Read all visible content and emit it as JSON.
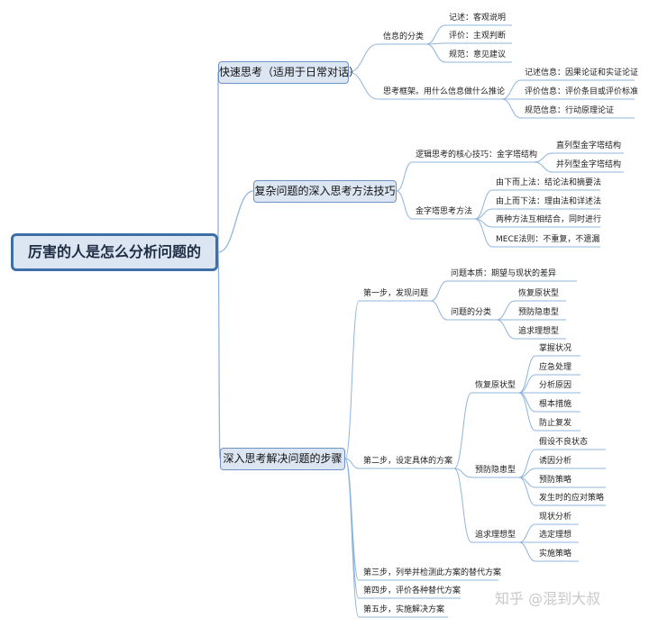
{
  "root": "厉害的人是怎么分析问题的",
  "branch_quick": {
    "title": "快速思考（适用于日常对话）",
    "info_types": {
      "label": "信息的分类",
      "items": [
        "记述：客观说明",
        "评价：主观判断",
        "规范：意见建议"
      ]
    },
    "framework": {
      "label": "思考框架。用什么信息做什么推论",
      "items": [
        "记述信息：因果论证和实证论证",
        "评价信息：评价条目或评价标准",
        "规范信息：行动原理论证"
      ]
    }
  },
  "branch_complex": {
    "title": "复杂问题的深入思考方法技巧",
    "core": {
      "label": "逻辑思考的核心技巧：金字塔结构",
      "items": [
        "直列型金字塔结构",
        "并列型金字塔结构"
      ]
    },
    "pyramid": {
      "label": "金字塔思考方法",
      "items": [
        "由下而上法：结论法和摘要法",
        "由上而下法：理由法和详述法",
        "两种方法互相结合，同时进行",
        "MECE法则：不重复，不遗漏"
      ]
    }
  },
  "branch_steps": {
    "title": "深入思考解决问题的步骤",
    "step1": {
      "label": "第一步，发现问题",
      "essence": "问题本质：期望与现状的差异",
      "types_label": "问题的分类",
      "types": [
        "恢复原状型",
        "预防隐患型",
        "追求理想型"
      ]
    },
    "step2": {
      "label": "第二步，设定具体的方案",
      "restore": {
        "label": "恢复原状型",
        "items": [
          "掌握状况",
          "应急处理",
          "分析原因",
          "根本措施",
          "防止复发"
        ]
      },
      "prevent": {
        "label": "预防隐患型",
        "items": [
          "假设不良状态",
          "诱因分析",
          "预防策略",
          "发生时的应对策略"
        ]
      },
      "ideal": {
        "label": "追求理想型",
        "items": [
          "现状分析",
          "选定理想",
          "实施策略"
        ]
      }
    },
    "step3": "第三步，列举并检测此方案的替代方案",
    "step4": "第四步，评价各种替代方案",
    "step5": "第五步，实施解决方案"
  },
  "watermark": "知乎 @混到大叔",
  "colors": {
    "line": "#8fb4dc",
    "node_fill": "#dce6f2",
    "node_border": "#6f94c4",
    "root_border": "#3f6fa6"
  }
}
